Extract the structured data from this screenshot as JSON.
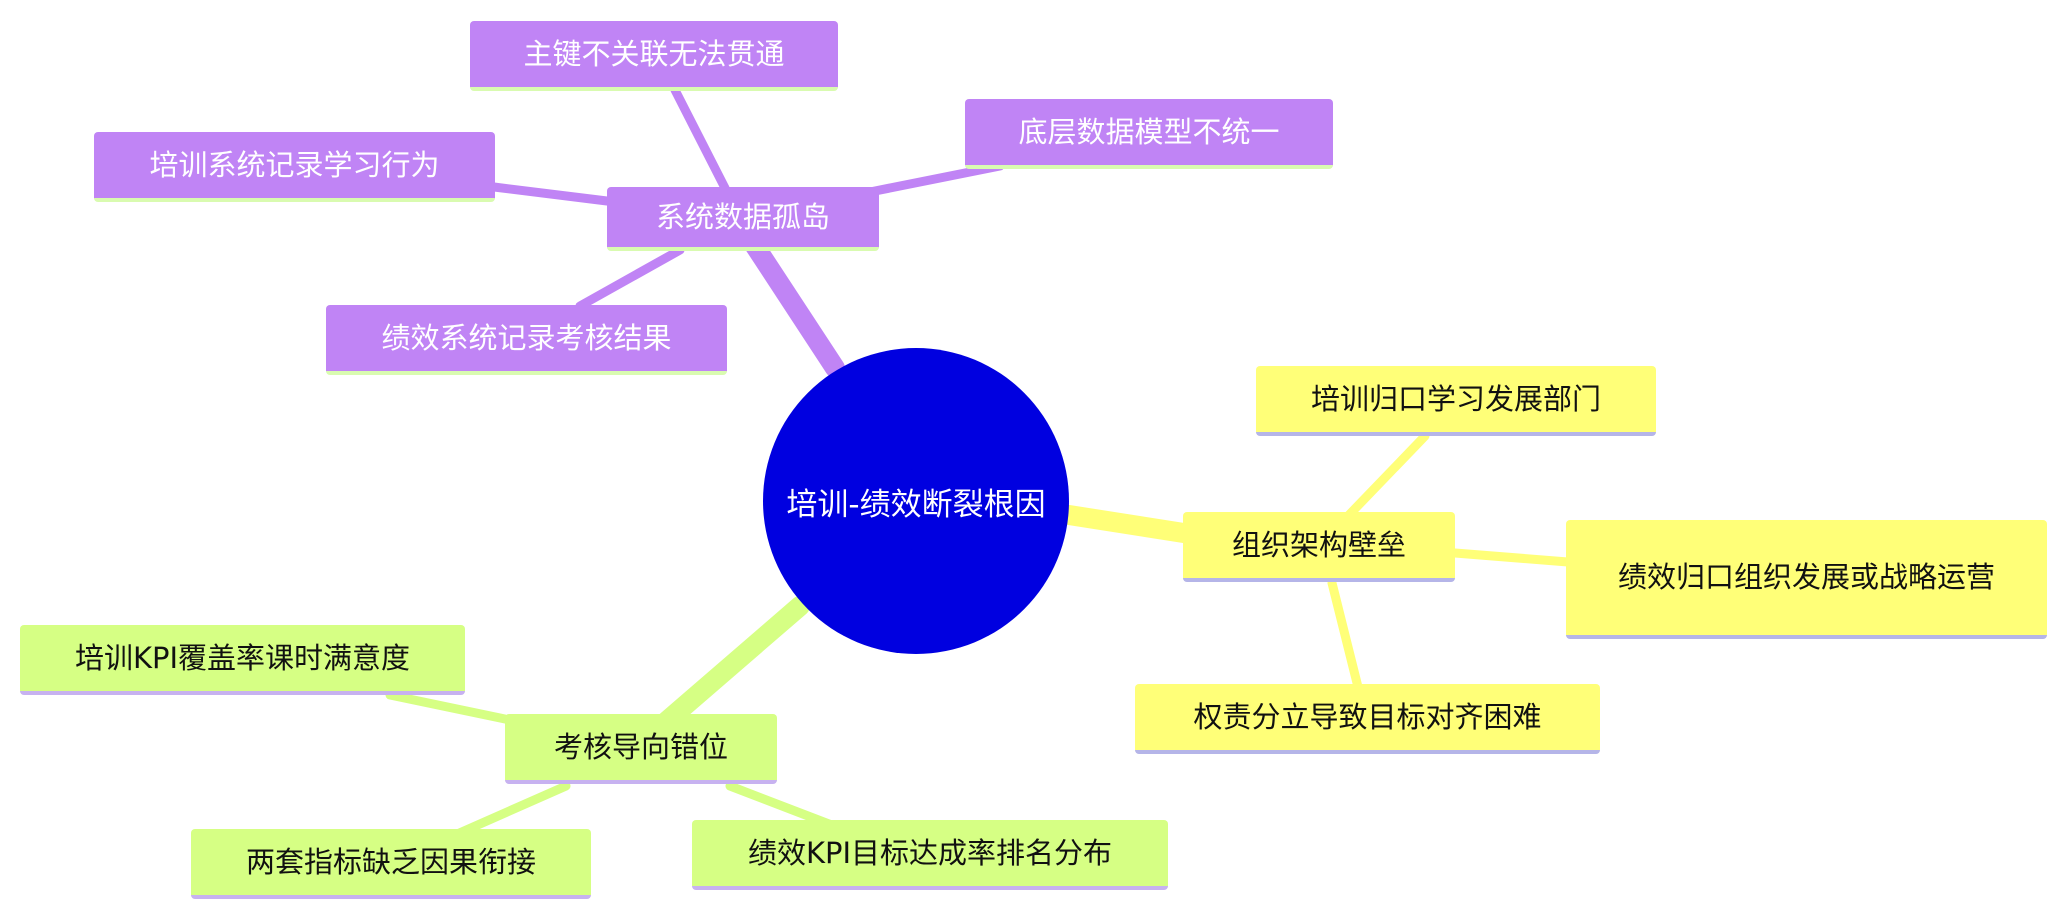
{
  "root": {
    "label": "培训-绩效断裂根因",
    "color": "#0000e0"
  },
  "branches": [
    {
      "label": "系统数据孤岛",
      "color": "#c084f5",
      "children": [
        "主键不关联无法贯通",
        "底层数据模型不统一",
        "培训系统记录学习行为",
        "绩效系统记录考核结果"
      ]
    },
    {
      "label": "组织架构壁垒",
      "color": "#ffff78",
      "children": [
        "培训归口学习发展部门",
        "绩效归口组织发展或战略运营",
        "权责分立导致目标对齐困难"
      ]
    },
    {
      "label": "考核导向错位",
      "color": "#d6ff84",
      "children": [
        "培训KPI覆盖率课时满意度",
        "两套指标缺乏因果衔接",
        "绩效KPI目标达成率排名分布"
      ]
    }
  ]
}
